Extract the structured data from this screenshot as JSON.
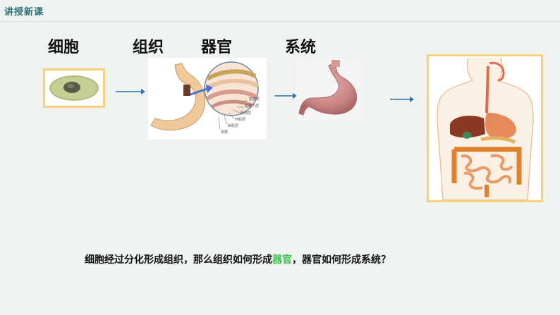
{
  "header": {
    "section_tag": "讲授新课"
  },
  "labels": {
    "cell": "细胞",
    "tissue": "组织",
    "organ": "器官",
    "system": "系统"
  },
  "question": {
    "prefix": "细胞经过分化形成组织，那么组织如何形成",
    "highlight": "器官",
    "suffix": "，器官如何形成系统？"
  },
  "tissue_diagram_labels": [
    "粘膜层",
    "粘膜下层",
    "肌肉层",
    "环肌层",
    "纵肌层",
    "浆膜"
  ],
  "colors": {
    "accent_text": "#2f6f74",
    "highlight": "#35c34a",
    "frame": "#f5d27a",
    "arrow": "#2e6fb0"
  }
}
